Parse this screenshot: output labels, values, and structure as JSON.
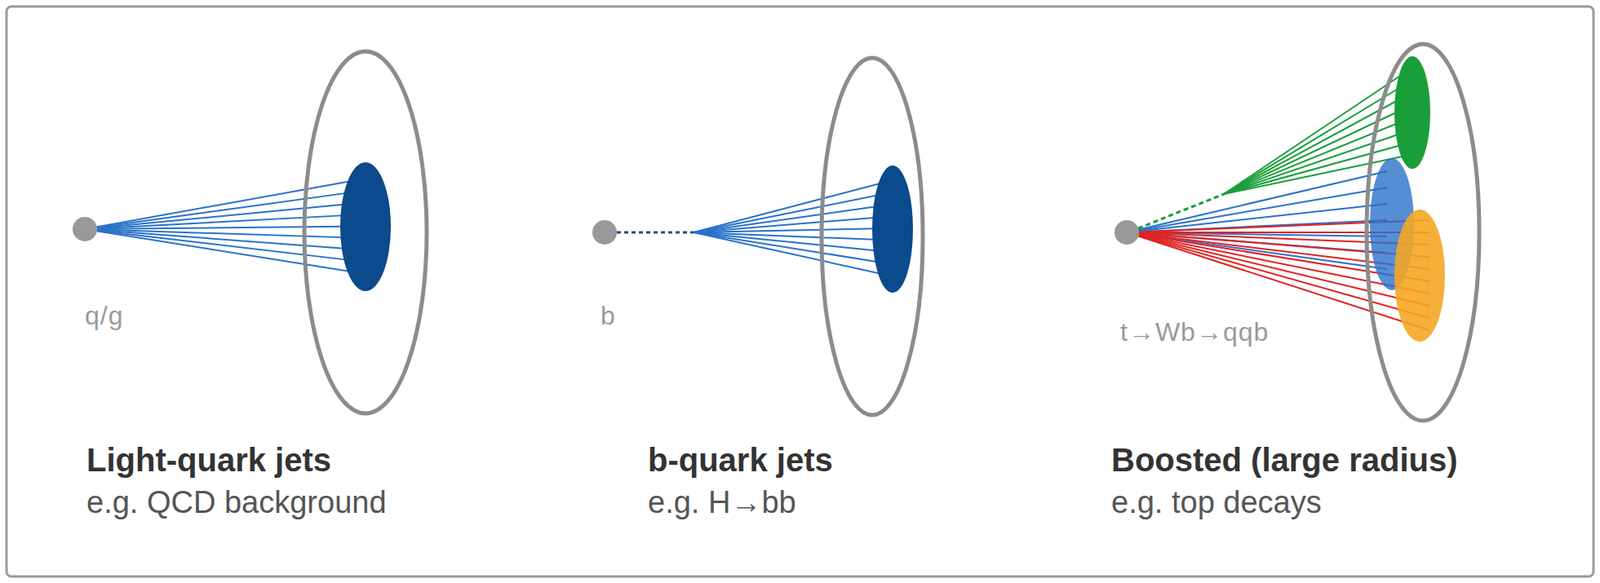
{
  "diagram": {
    "labels": [
      "q/g",
      "b",
      "t→Wb→qqb",
      "Light-quark jets",
      "e.g. QCD background",
      "b-quark jets",
      "e.g. H→bb",
      "Boosted (large radius)",
      "e.g. top decays"
    ]
  }
}
